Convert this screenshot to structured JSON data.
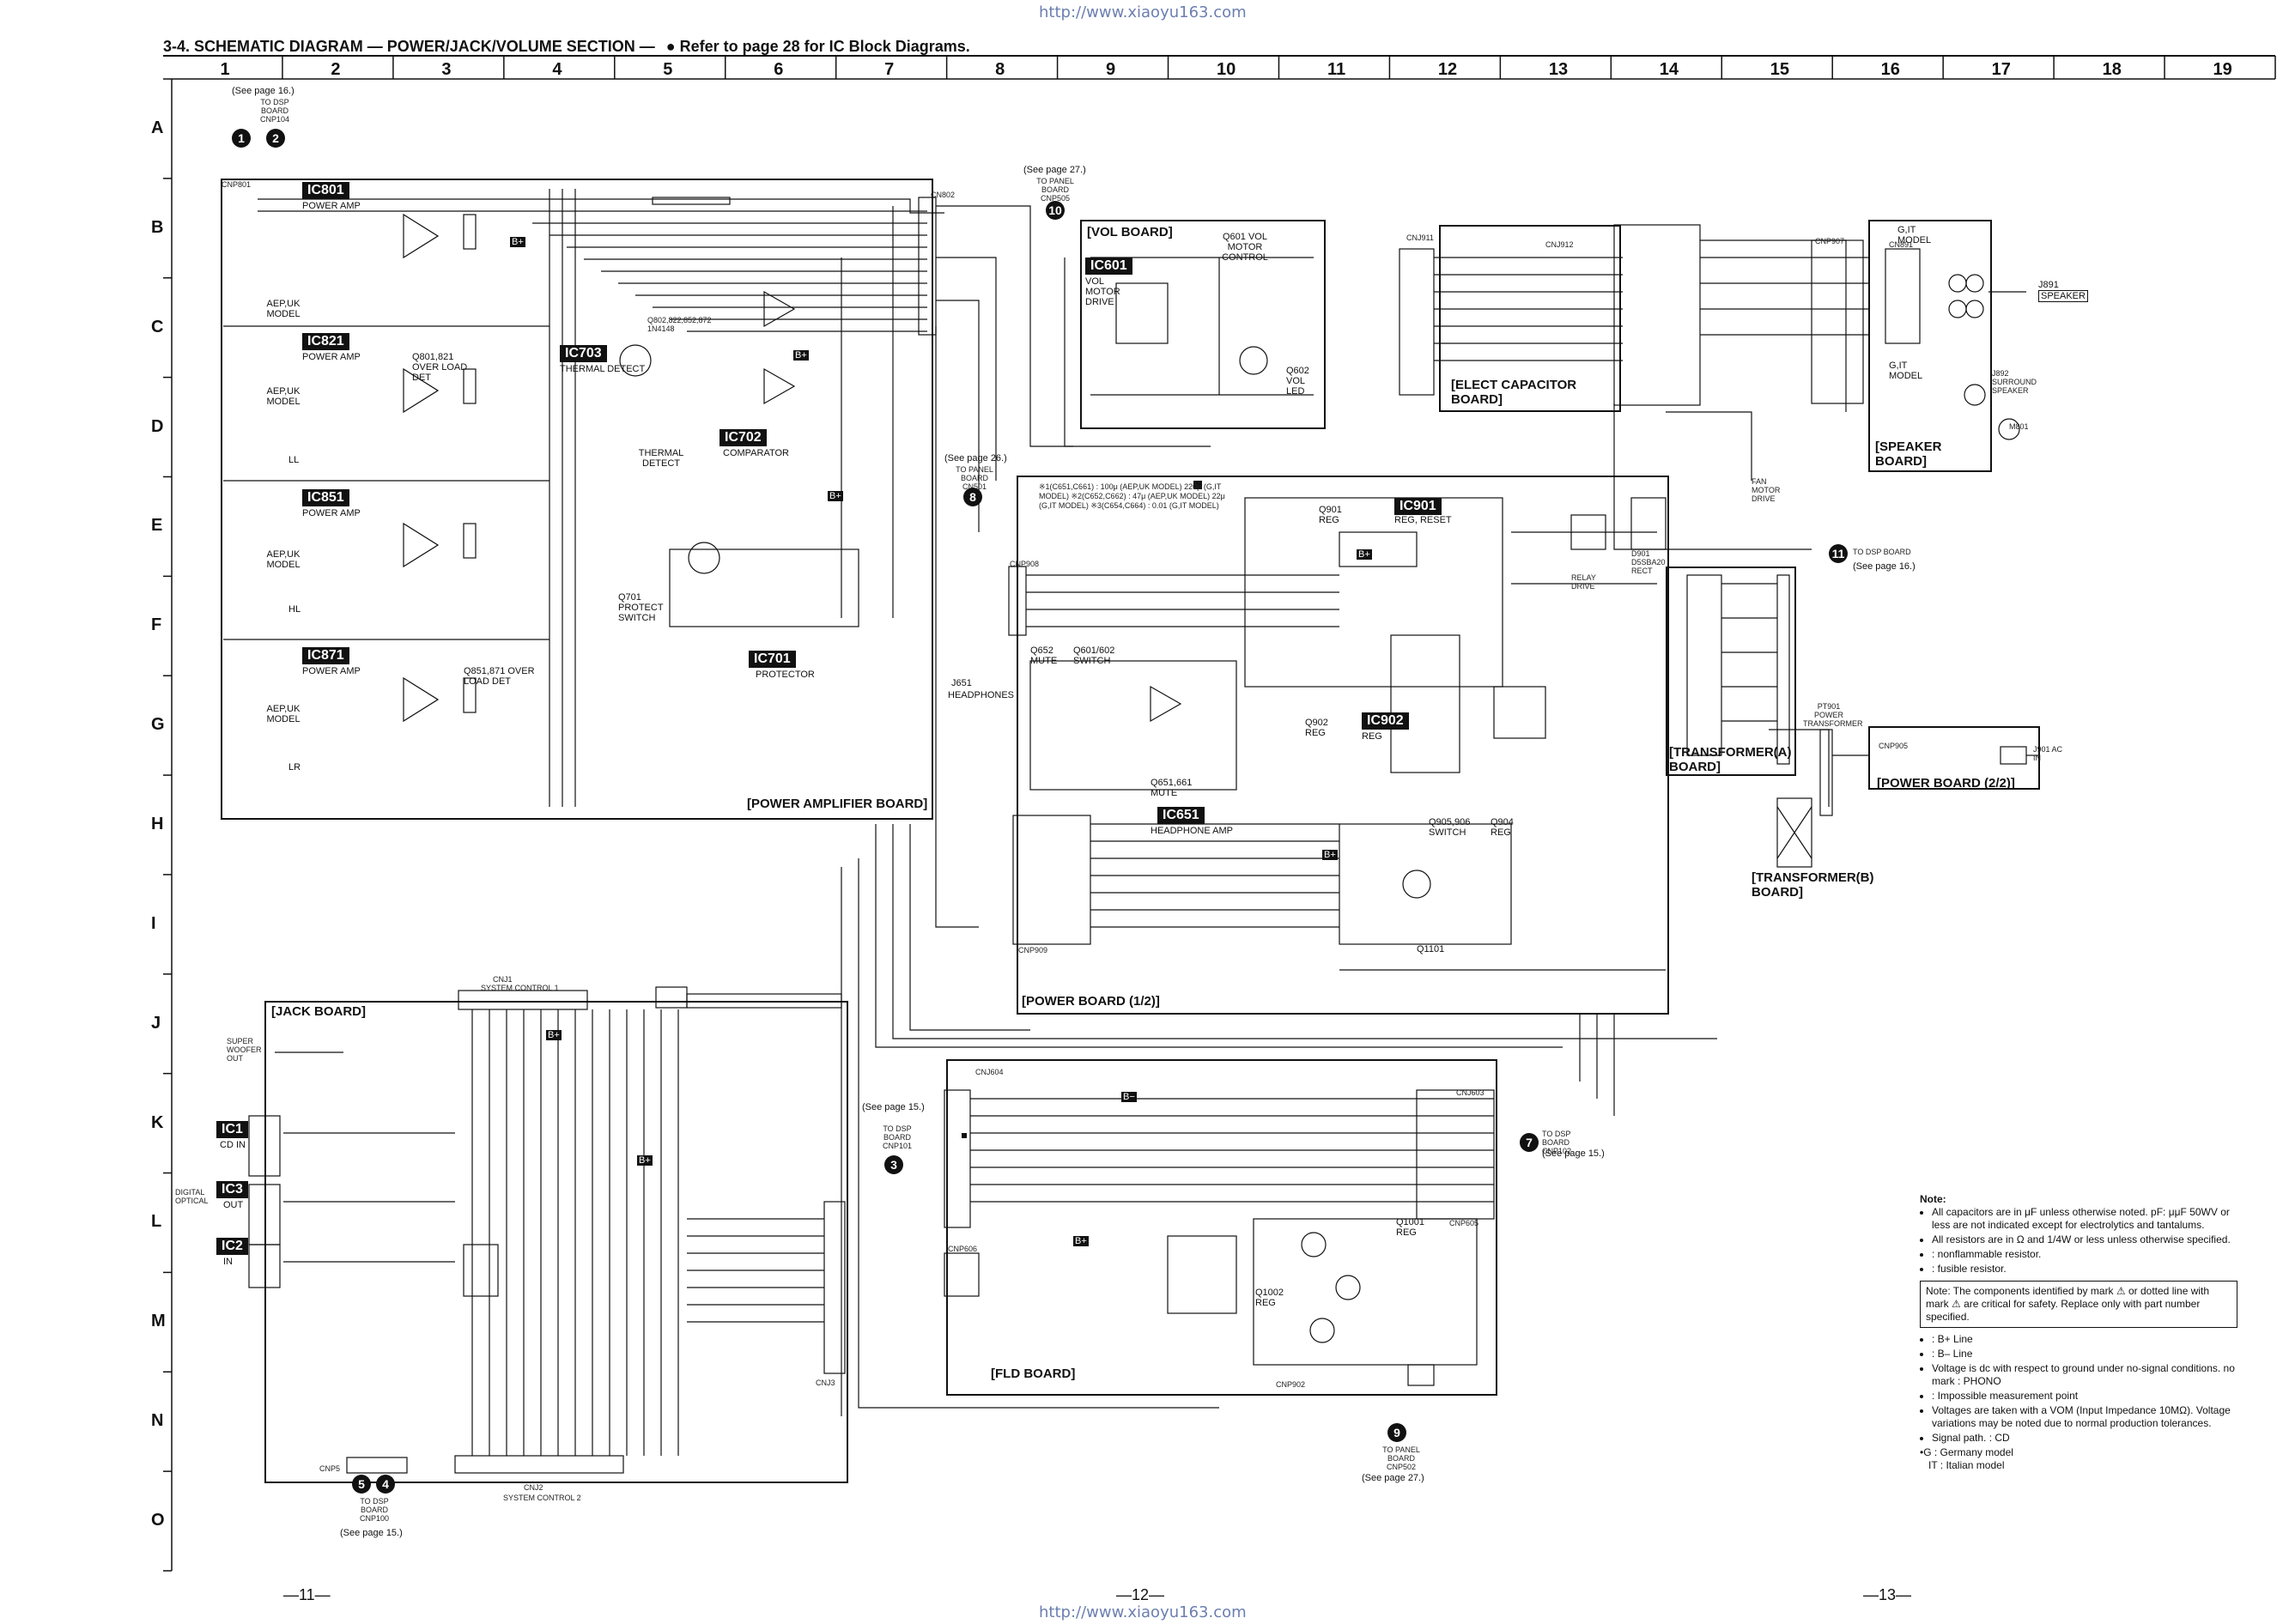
{
  "watermark": {
    "top": "http://www.xiaoyu163.com",
    "bottom": "http://www.xiaoyu163.com"
  },
  "header": {
    "section": "3-4.",
    "title": "SCHEMATIC DIAGRAM — POWER/JACK/VOLUME SECTION —",
    "note": "Refer to page 28 for IC Block Diagrams."
  },
  "columns": [
    "1",
    "2",
    "3",
    "4",
    "5",
    "6",
    "7",
    "8",
    "9",
    "10",
    "11",
    "12",
    "13",
    "14",
    "15",
    "16",
    "17",
    "18",
    "19"
  ],
  "rows": [
    "A",
    "B",
    "C",
    "D",
    "E",
    "F",
    "G",
    "H",
    "I",
    "J",
    "K",
    "L",
    "M",
    "N",
    "O"
  ],
  "boards": {
    "power_amp": "[POWER AMPLIFIER BOARD]",
    "vol": "[VOL BOARD]",
    "elect_cap": "[ELECT CAPACITOR BOARD]",
    "speaker": "[SPEAKER BOARD]",
    "power1": "[POWER BOARD (1/2)]",
    "power2": "[POWER BOARD (2/2)]",
    "transformer_a": "[TRANSFORMER(A) BOARD]",
    "transformer_b": "[TRANSFORMER(B) BOARD]",
    "jack": "[JACK BOARD]",
    "fld": "[FLD BOARD]"
  },
  "ics": [
    "IC801",
    "IC821",
    "IC851",
    "IC871",
    "IC703",
    "IC702",
    "IC701",
    "IC601",
    "IC901",
    "IC902",
    "IC651",
    "IC1",
    "IC2",
    "IC3"
  ],
  "ic_labels": {
    "IC801": "POWER AMP",
    "IC821": "POWER AMP",
    "IC851": "POWER AMP",
    "IC871": "POWER AMP",
    "IC703": "THERMAL DETECT",
    "IC702": "COMPARATOR",
    "IC701": "PROTECTOR",
    "IC601": "VOL MOTOR DRIVE",
    "IC901": "REG, RESET",
    "IC902": "REG",
    "IC651": "HEADPHONE AMP"
  },
  "connectors": [
    {
      "id": "1",
      "text": "TO DSP BOARD CNP104",
      "see": "(See page 16.)"
    },
    {
      "id": "2",
      "text": "",
      "see": ""
    },
    {
      "id": "3",
      "text": "TO DSP BOARD CNP101",
      "see": "(See page 15.)"
    },
    {
      "id": "4",
      "text": "",
      "see": ""
    },
    {
      "id": "5",
      "text": "TO DSP BOARD CNP100",
      "see": "(See page 15.)"
    },
    {
      "id": "7",
      "text": "TO DSP BOARD CNP102",
      "see": "(See page 15.)"
    },
    {
      "id": "8",
      "text": "TO PANEL BOARD CN501",
      "see": "(See page 26.)"
    },
    {
      "id": "9",
      "text": "TO PANEL BOARD CNP502",
      "see": "(See page 27.)"
    },
    {
      "id": "10",
      "text": "TO PANEL BOARD CNP505",
      "see": "(See page 27.)"
    },
    {
      "id": "11",
      "text": "TO DSP BOARD",
      "see": "(See page 16.)"
    }
  ],
  "labels": {
    "aep_uk_model": "AEP,UK MODEL",
    "ll": "LL",
    "hl": "HL",
    "lr": "LR",
    "q801": "Q801,821 OVER LOAD DET",
    "q851": "Q851,871 OVER LOAD DET",
    "q802": "Q802,822,852,872 1N4148",
    "q701": "Q701 PROTECT SWITCH",
    "thermal": "THERMAL DETECT",
    "q601": "Q601 VOL MOTOR CONTROL",
    "q602": "Q602 VOL LED",
    "q901": "Q901 REG",
    "q902": "Q902 REG",
    "q905": "Q905,906 SWITCH",
    "q904": "Q904 REG",
    "q1101": "Q1101",
    "q652": "Q652 MUTE",
    "q601_602": "Q601/602 SWITCH",
    "q651": "Q651,661 MUTE",
    "q1001": "Q1001 REG",
    "q1002": "Q1002 REG",
    "d901": "D901 D5SBA20 RECT",
    "q_fan": "FAN MOTOR DRIVE",
    "relay": "RELAY DRIVE",
    "headphones": "HEADPHONES",
    "j651": "J651",
    "speaker": "SPEAKER",
    "j891": "J891",
    "j892": "J892 SURROUND SPEAKER",
    "m801": "M801",
    "pt901": "PT901 POWER TRANSFORMER",
    "j901": "J901 AC IN",
    "gjt_model": "G,IT MODEL",
    "sys_ctrl1": "SYSTEM CONTROL 1",
    "sys_ctrl2": "SYSTEM CONTROL 2",
    "cnj1": "CNJ1",
    "cnj2": "CNJ2",
    "cnj3": "CNJ3",
    "cnp5": "CNP5",
    "digital_optical": "DIGITAL OPTICAL",
    "super_woofer": "SUPER WOOFER OUT",
    "ic1_text": "CD IN",
    "ic2_text": "IN",
    "ic3_text": "OUT",
    "cnp909": "CNP909",
    "cnj604": "CNJ604",
    "cnj603": "CNJ603",
    "cnp902": "CNP902",
    "cnp605": "CNP605",
    "cnp606": "CNP606",
    "cnp905": "CNP905",
    "cnj911": "CNJ911",
    "cnj912": "CNJ912",
    "cnp907": "CNP907",
    "cn891": "CN891",
    "cnp908": "CNP908",
    "cn802": "CN802",
    "cnp801": "CNP801",
    "bplus": "B+",
    "bminus": "B−",
    "variants": "※1(C651,C661) : 100μ (AEP,UK MODEL) 220μ (G,IT MODEL) ※2(C652,C662) : 47μ (AEP,UK MODEL) 22μ (G,IT MODEL) ※3(C654,C664) : 0.01 (G,IT MODEL)"
  },
  "notes": {
    "title": "Note:",
    "items": [
      "All capacitors are in μF unless otherwise noted. pF: μμF 50WV or less are not indicated except for electrolytics and tantalums.",
      "All resistors are in Ω and 1/4W or less unless otherwise specified.",
      ": nonflammable resistor.",
      ": fusible resistor."
    ],
    "box": "Note: The components identified by mark ⚠ or dotted line with mark ⚠ are critical for safety. Replace only with part number specified.",
    "items2": [
      ": B+ Line",
      ": B– Line",
      "Voltage is dc with respect to ground under no-signal conditions. no mark : PHONO",
      ": Impossible measurement point",
      "Voltages are taken with a VOM (Input Impedance 10MΩ). Voltage variations may be noted due to normal production tolerances.",
      "Signal path. : CD"
    ],
    "models": [
      "•G : Germany model",
      "IT : Italian model"
    ]
  },
  "page_numbers": [
    "—11—",
    "—12—",
    "—13—"
  ]
}
